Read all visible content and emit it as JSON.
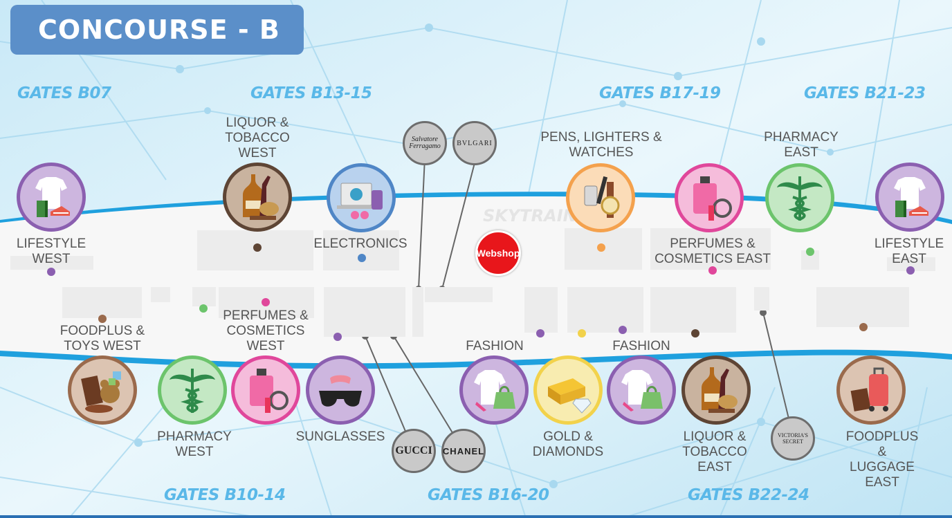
{
  "title": "CONCOURSE - B",
  "skytrain_label": "SKYTRAIN",
  "webshop_label": "Webshop",
  "gates": {
    "b07": "GATES B07",
    "b13_15": "GATES B13-15",
    "b17_19": "GATES B17-19",
    "b21_23": "GATES B21-23",
    "b10_14": "GATES B10-14",
    "b16_20": "GATES B16-20",
    "b22_24": "GATES B22-24"
  },
  "stores": [
    {
      "id": "lifestyle-west",
      "label": "LIFESTYLE\nWEST",
      "icon": "clothing-books-sneakers-icon",
      "color": "#8b5fb0",
      "bg": "#cdb6df"
    },
    {
      "id": "liquor-tobacco-west",
      "label": "LIQUOR &\nTOBACCO\nWEST",
      "icon": "liquor-tobacco-icon",
      "color": "#5e4535",
      "bg": "#c9b39f"
    },
    {
      "id": "electronics",
      "label": "ELECTRONICS",
      "icon": "electronics-icon",
      "color": "#4f86c6",
      "bg": "#b9d2ee"
    },
    {
      "id": "pens-lighters-watches",
      "label": "PENS, LIGHTERS &\nWATCHES",
      "icon": "pens-lighters-watches-icon",
      "color": "#f4a14d",
      "bg": "#fbdcb8"
    },
    {
      "id": "perfumes-cosmetics-east",
      "label": "PERFUMES &\nCOSMETICS EAST",
      "icon": "perfume-cosmetics-icon",
      "color": "#e0479b",
      "bg": "#f5bcdb"
    },
    {
      "id": "pharmacy-east",
      "label": "PHARMACY\nEAST",
      "icon": "caduceus-icon",
      "color": "#6cc46c",
      "bg": "#c4e8c4"
    },
    {
      "id": "lifestyle-east",
      "label": "LIFESTYLE\nEAST",
      "icon": "clothing-books-sneakers-icon",
      "color": "#8b5fb0",
      "bg": "#cdb6df"
    },
    {
      "id": "foodplus-toys-west",
      "label": "FOODPLUS &\nTOYS WEST",
      "icon": "chocolate-toys-icon",
      "color": "#9a6a4c",
      "bg": "#dcc4b2"
    },
    {
      "id": "pharmacy-west",
      "label": "PHARMACY\nWEST",
      "icon": "caduceus-icon",
      "color": "#6cc46c",
      "bg": "#c4e8c4"
    },
    {
      "id": "perfumes-cosmetics-west",
      "label": "PERFUMES &\nCOSMETICS\nWEST",
      "icon": "perfume-cosmetics-icon",
      "color": "#e0479b",
      "bg": "#f5bcdb"
    },
    {
      "id": "sunglasses",
      "label": "SUNGLASSES",
      "icon": "sunglasses-icon",
      "color": "#8b5fb0",
      "bg": "#cdb6df"
    },
    {
      "id": "fashion-1",
      "label": "FASHION",
      "icon": "fashion-icon",
      "color": "#8b5fb0",
      "bg": "#cdb6df"
    },
    {
      "id": "gold-diamonds",
      "label": "GOLD &\nDIAMONDS",
      "icon": "gold-diamond-icon",
      "color": "#f2d24b",
      "bg": "#f8ecb0"
    },
    {
      "id": "fashion-2",
      "label": "FASHION",
      "icon": "fashion-icon",
      "color": "#8b5fb0",
      "bg": "#cdb6df"
    },
    {
      "id": "liquor-tobacco-east",
      "label": "LIQUOR &\nTOBACCO\nEAST",
      "icon": "liquor-tobacco-icon",
      "color": "#5e4535",
      "bg": "#c9b39f"
    },
    {
      "id": "foodplus-luggage-east",
      "label": "FOODPLUS &\nLUGGAGE EAST",
      "icon": "luggage-chocolate-icon",
      "color": "#9a6a4c",
      "bg": "#dcc4b2"
    }
  ],
  "brands": {
    "ferragamo": "Salvatore\nFerragamo",
    "bvlgari": "BVLGARI",
    "gucci": "GUCCI",
    "chanel": "CHANEL",
    "victorias_secret": "VICTORIA'S\nSECRET"
  }
}
